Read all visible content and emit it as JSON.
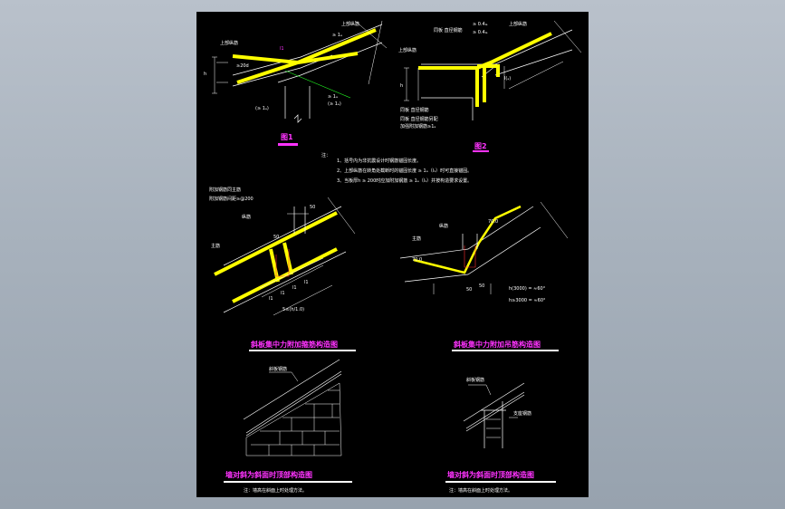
{
  "colors": {
    "background": "#a8b2bd",
    "sheet": "#000000",
    "rebar": "#ffff00",
    "title": "#ff33ff",
    "dimension": "#ffffff",
    "guide": "#22ff22"
  },
  "fig1": {
    "top_bar": "上部纵筋",
    "note_a": "≥20d",
    "mark": "l1",
    "h": "h",
    "s1": "≥ 1ₐ",
    "s2": "(≥ 1ₐ)",
    "s3": "≥ 1ₐ",
    "s4": "(≥ 1ₐ)",
    "caption": "图1"
  },
  "fig2": {
    "beam_bar": "同板 直径钢筋",
    "top_bar": "上部纵筋",
    "s1": "≥ 0.4ₗₐ",
    "s2": "≥ 0.4ₗₐ",
    "s3": "l(ₐ)",
    "h": "h",
    "note1": "同板 直径钢筋另配",
    "note2": "加强附加钢筋≥1ₐ",
    "caption": "图2"
  },
  "notes": {
    "label": "注：",
    "lines": [
      "1、括号内为非抗震设计时钢筋锚固长度。",
      "2、上部纵筋在转角处截断时的锚固长度 ≥ 1ₐ（l₁）时可直接锚固。",
      "3、当板厚h ≥ 200时应加附加钢筋 ≥ 1ₐ（l₁）并按构造要求设置。"
    ]
  },
  "fig3": {
    "note1": "附加钢筋同主筋",
    "note2": "附加钢筋间距≥@200",
    "bar": "纵筋",
    "main": "主筋",
    "d1": "50",
    "d2": "50",
    "dims": [
      "l1",
      "l1",
      "l1",
      "l1"
    ],
    "bottom": "5≤(h/1.0)",
    "caption": "斜板集中力附加箍筋构造图"
  },
  "fig4": {
    "bar": "纵筋",
    "main": "主筋",
    "d1": "70.0",
    "d2": "70.0",
    "d3": "50",
    "d4": "50",
    "f1": "h(3000) = ≈60°",
    "f2": "h≥3000 = ≈60°",
    "caption": "斜板集中力附加吊筋构造图"
  },
  "fig5": {
    "label": "斜板钢筋",
    "caption": "墙对斜为斜面时顶部构造图",
    "note": "注：墙高在斜面上时处理方法。"
  },
  "fig6": {
    "label1": "斜板钢筋",
    "label2": "支座钢筋",
    "caption": "墙对斜为斜面时顶部构造图",
    "note": "注：墙高在斜面上时处理方法。"
  }
}
